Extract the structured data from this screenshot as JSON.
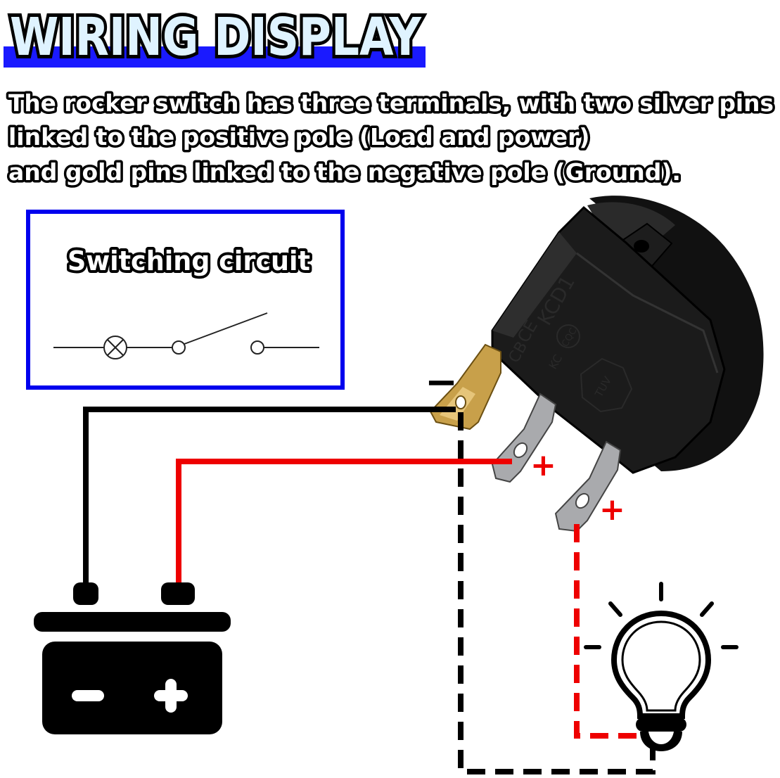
{
  "title": "WIRING DISPLAY",
  "description": {
    "line1": "The rocker switch has three terminals, with two silver pins",
    "line2": "linked to the positive pole (Load and power)",
    "line3": "and gold pins linked to the negative pole (Ground)."
  },
  "circuit_box": {
    "title": "Switching circuit"
  },
  "switch": {
    "model_text": "KCD1",
    "marks": [
      "CE",
      "CQC",
      "CB",
      "KC",
      "TUV"
    ]
  },
  "terminal_marks": {
    "negative": "−",
    "positive_1": "+",
    "positive_2": "+"
  },
  "colors": {
    "title_fill": "#dff3ff",
    "title_bar": "#1a1aff",
    "box_border": "#0000ee",
    "negative_wire": "#000000",
    "positive_wire": "#ee0000"
  },
  "icons": [
    "battery-icon",
    "light-bulb-icon",
    "lamp-symbol-icon",
    "rocker-switch-icon"
  ]
}
